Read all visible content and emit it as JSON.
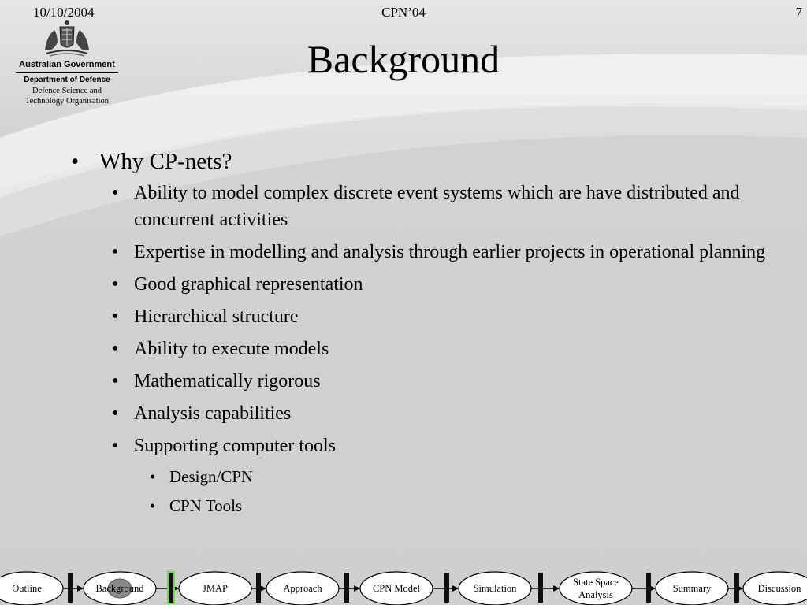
{
  "header": {
    "date": "10/10/2004",
    "conference": "CPN’04",
    "page_number": "7"
  },
  "logo": {
    "government": "Australian Government",
    "department": "Department of Defence",
    "organisation_line1": "Defence Science and",
    "organisation_line2": "Technology Organisation"
  },
  "slide": {
    "title": "Background",
    "bullet": "Why CP-nets?",
    "items": [
      "Ability to model complex discrete event systems which are have distributed and concurrent activities",
      "Expertise in modelling and analysis through earlier projects in operational planning",
      "Good graphical representation",
      "Hierarchical structure",
      "Ability to execute models",
      "Mathematically rigorous",
      "Analysis capabilities",
      "Supporting computer tools"
    ],
    "subitems": [
      "Design/CPN",
      "CPN Tools"
    ]
  },
  "nav": {
    "active_index": 1,
    "colors": {
      "active_fill": "#8a8a8a",
      "active_marker": "#6dde4a",
      "bar": "#111111"
    },
    "items": [
      {
        "label_1": "Outline",
        "label_2": ""
      },
      {
        "label_1": "Background",
        "label_2": ""
      },
      {
        "label_1": "JMAP",
        "label_2": ""
      },
      {
        "label_1": "Approach",
        "label_2": ""
      },
      {
        "label_1": "CPN Model",
        "label_2": ""
      },
      {
        "label_1": "Simulation",
        "label_2": ""
      },
      {
        "label_1": "State Space",
        "label_2": "Analysis"
      },
      {
        "label_1": "Summary",
        "label_2": ""
      },
      {
        "label_1": "Discussion",
        "label_2": ""
      }
    ]
  }
}
